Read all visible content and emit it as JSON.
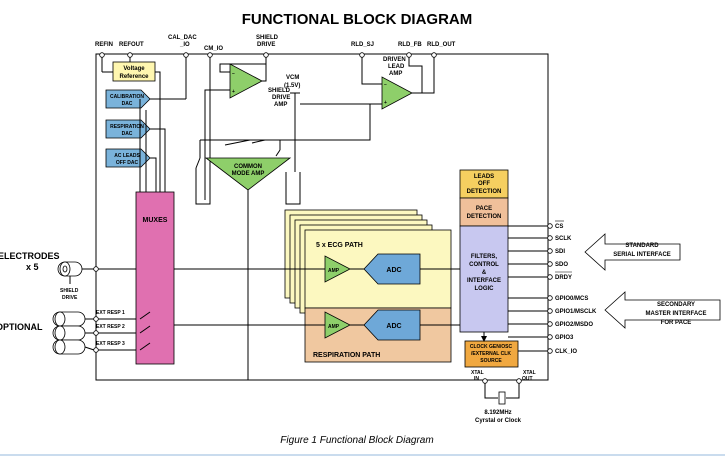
{
  "title": "FUNCTIONAL BLOCK DIAGRAM",
  "caption": "Figure 1 Functional Block Diagram",
  "pins_top": {
    "refin": "REFIN",
    "refout": "REFOUT",
    "cal_dac": "CAL_DAC",
    "cal_dac_io": "_IO",
    "cm_io": "CM_IO",
    "shield_drive_1": "SHIELD",
    "shield_drive_2": "DRIVE",
    "rld_sj": "RLD_SJ",
    "rld_fb": "RLD_FB",
    "rld_out": "RLD_OUT"
  },
  "voltage_reference": [
    "Voltage",
    "Reference"
  ],
  "shield_amp": [
    "SHIELD",
    "DRIVE",
    "AMP"
  ],
  "vcm": [
    "VCM",
    "(1.5V)"
  ],
  "driven_lead_amp": [
    "DRIVEN",
    "LEAD",
    "AMP"
  ],
  "dacs": [
    {
      "line1": "CALIBRATION",
      "line2": "DAC"
    },
    {
      "line1": "RESPIRATION",
      "line2": "DAC"
    },
    {
      "line1": "AC LEADS",
      "line2": "OFF DAC"
    }
  ],
  "common_mode_amp": [
    "COMMON",
    "MODE AMP"
  ],
  "muxes": "MUXES",
  "ecg_path": "5 x ECG PATH",
  "respiration_path": "RESPIRATION PATH",
  "amp": "AMP",
  "adc": "ADC",
  "leads_off": [
    "LEADS",
    "OFF",
    "DETECTION"
  ],
  "pace": [
    "PACE",
    "DETECTION"
  ],
  "filters": [
    "FILTERS,",
    "CONTROL",
    "&",
    "INTERFACE",
    "LOGIC"
  ],
  "clock_block": [
    "CLOCK GEN/OSC",
    "/EXTERNAL CLK",
    "SOURCE"
  ],
  "xtal_in": [
    "XTAL",
    "IN"
  ],
  "xtal_out": [
    "XTAL",
    "OUT"
  ],
  "crystal": [
    "8.192MHz",
    "Cyrstal or Clock"
  ],
  "electrodes": [
    "ELECTRODES",
    "x 5"
  ],
  "shield_label": [
    "SHIELD",
    "DRIVE"
  ],
  "optional": "OPTIONAL",
  "ext_resp": [
    "EXT RESP 1",
    "EXT RESP 2",
    "EXT RESP 3"
  ],
  "serial_pins": [
    "CS",
    "SCLK",
    "SDI",
    "SDO",
    "DRDY"
  ],
  "gpio_pins": [
    "GPIO0/MCS",
    "GPIO1/MSCLK",
    "GPIO2/MSDO",
    "GPIO3"
  ],
  "clk_pin": "CLK_IO",
  "standard_serial": [
    "STANDARD",
    "SERIAL INTERFACE"
  ],
  "secondary": [
    "SECONDARY",
    "MASTER INTERFACE",
    "FOR PACE"
  ],
  "colors": {
    "mux": "#e070b0",
    "dac": "#7ab3db",
    "amp": "#8ecf6a",
    "ecg_panel": "#fcf8c0",
    "resp_panel": "#f0c8a0",
    "adc": "#6ea8d8",
    "leads": "#f5cf60",
    "pace": "#f0c09a",
    "logic": "#c8c8f0",
    "clock": "#f0a840",
    "vref": "#fff7b0"
  }
}
